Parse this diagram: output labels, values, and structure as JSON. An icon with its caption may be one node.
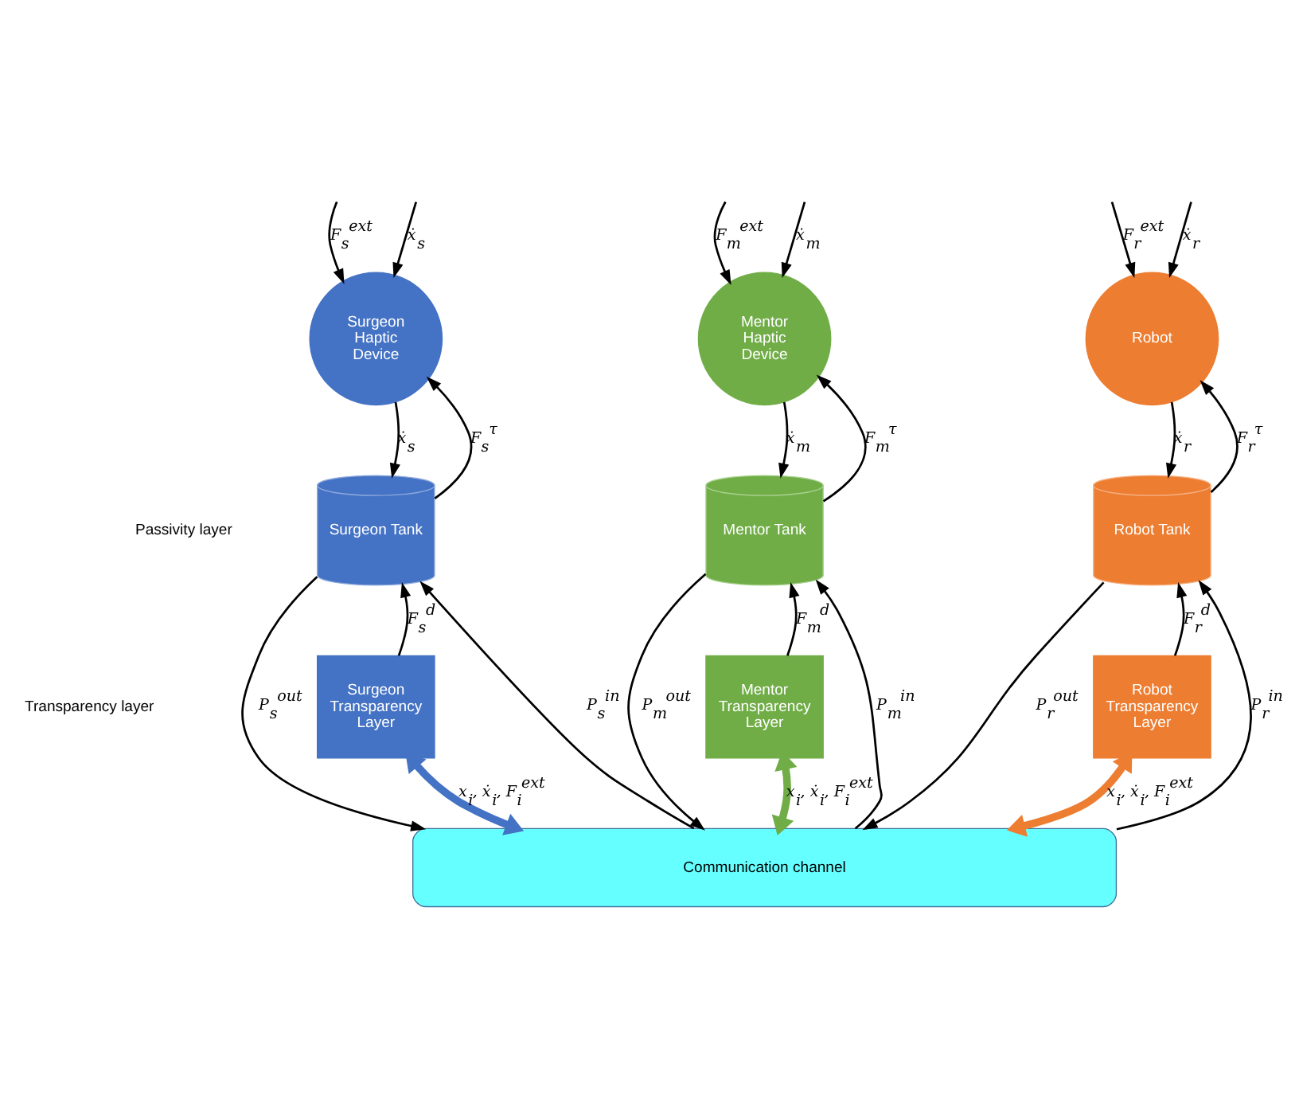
{
  "diagram": {
    "nodes": [
      {
        "text": [
          "Surgeon Haptic Device"
        ]
      },
      {
        "text": [
          "Mentor Haptic Device"
        ]
      },
      {
        "text": [
          "Robot"
        ]
      },
      {
        "text": [
          "Surgeon Tank"
        ]
      },
      {
        "text": [
          "Mentor Tank"
        ]
      },
      {
        "text": [
          "Robot Tank"
        ]
      },
      {
        "text": [
          "Surgeon Transparency Layer"
        ]
      },
      {
        "text": [
          "Mentor Transparency Layer"
        ]
      },
      {
        "text": [
          "Robot Transparency Layer"
        ]
      },
      {
        "text": [
          "Communication channel"
        ]
      }
    ],
    "edges": [
      {
        "from": null,
        "to": 0,
        "arrow": "to",
        "label": "F$_{s}$$^{ext}$"
      },
      {
        "from": null,
        "to": 0,
        "arrow": "to",
        "label": "ẋ$_{s}$"
      },
      {
        "from": 3,
        "to": 0,
        "arrow": "to",
        "label": "F$_{s}$$^{τ}$"
      },
      {
        "from": 0,
        "to": 3,
        "arrow": "to",
        "label": "ẋ$_{s}$"
      },
      {
        "from": 9,
        "to": 3,
        "arrow": "to",
        "label": "P$_{s}$$^{in}$"
      },
      {
        "from": 3,
        "to": 9,
        "arrow": "to",
        "label": "P$_{s}$$^{out}$"
      },
      {
        "from": 6,
        "to": 3,
        "arrow": "to",
        "label": "F$_{s}$$^{d}$"
      },
      {
        "from": 6,
        "to": 9,
        "arrow": "both",
        "label": "x$_{i}$, ẋ$_{i}$, F$_{i}$$^{ext}$",
        "style": "thick",
        "color": "#4472c4"
      },
      {
        "from": null,
        "to": 1,
        "arrow": "to",
        "label": "F$_{m}$$^{ext}$"
      },
      {
        "from": null,
        "to": 1,
        "arrow": "to",
        "label": "ẋ$_{m}$"
      },
      {
        "from": 4,
        "to": 1,
        "arrow": "to",
        "label": "F$_{m}$$^{τ}$"
      },
      {
        "from": 1,
        "to": 4,
        "arrow": "to",
        "label": "ẋ$_{m}$"
      },
      {
        "from": 9,
        "to": 4,
        "arrow": "to",
        "label": "P$_{m}$$^{in}$"
      },
      {
        "from": 4,
        "to": 9,
        "arrow": "to",
        "label": "P$_{m}$$^{out}$"
      },
      {
        "from": 7,
        "to": 4,
        "arrow": "to",
        "label": "F$_{m}$$^{d}$"
      },
      {
        "from": 7,
        "to": 9,
        "arrow": "both",
        "label": "x$_{i}$, ẋ$_{i}$, F$_{i}$$^{ext}$",
        "style": "thick",
        "color": "#70ad47"
      },
      {
        "from": null,
        "to": 2,
        "arrow": "to",
        "label": "F$_{r}$$^{ext}$"
      },
      {
        "from": null,
        "to": 2,
        "arrow": "to",
        "label": "ẋ$_{r}$"
      },
      {
        "from": 5,
        "to": 2,
        "arrow": "to",
        "label": "F$_{r}$$^{τ}$"
      },
      {
        "from": 2,
        "to": 5,
        "arrow": "to",
        "label": "ẋ$_{r}$"
      },
      {
        "from": 9,
        "to": 5,
        "arrow": "to",
        "label": "P$_{r}$$^{in}$"
      },
      {
        "from": 5,
        "to": 9,
        "arrow": "to",
        "label": "P$_{r}$$^{out}$"
      },
      {
        "from": 8,
        "to": 5,
        "arrow": "to",
        "label": "F$_{r}$$^{d}$"
      },
      {
        "from": 8,
        "to": 9,
        "arrow": "both",
        "label": "x$_{i}$, ẋ$_{i}$, F$_{i}$$^{ext}$",
        "style": "thick",
        "color": "#ed7d31"
      }
    ],
    "labels": [
      "Passivity layer",
      "Transparency layer"
    ]
  }
}
